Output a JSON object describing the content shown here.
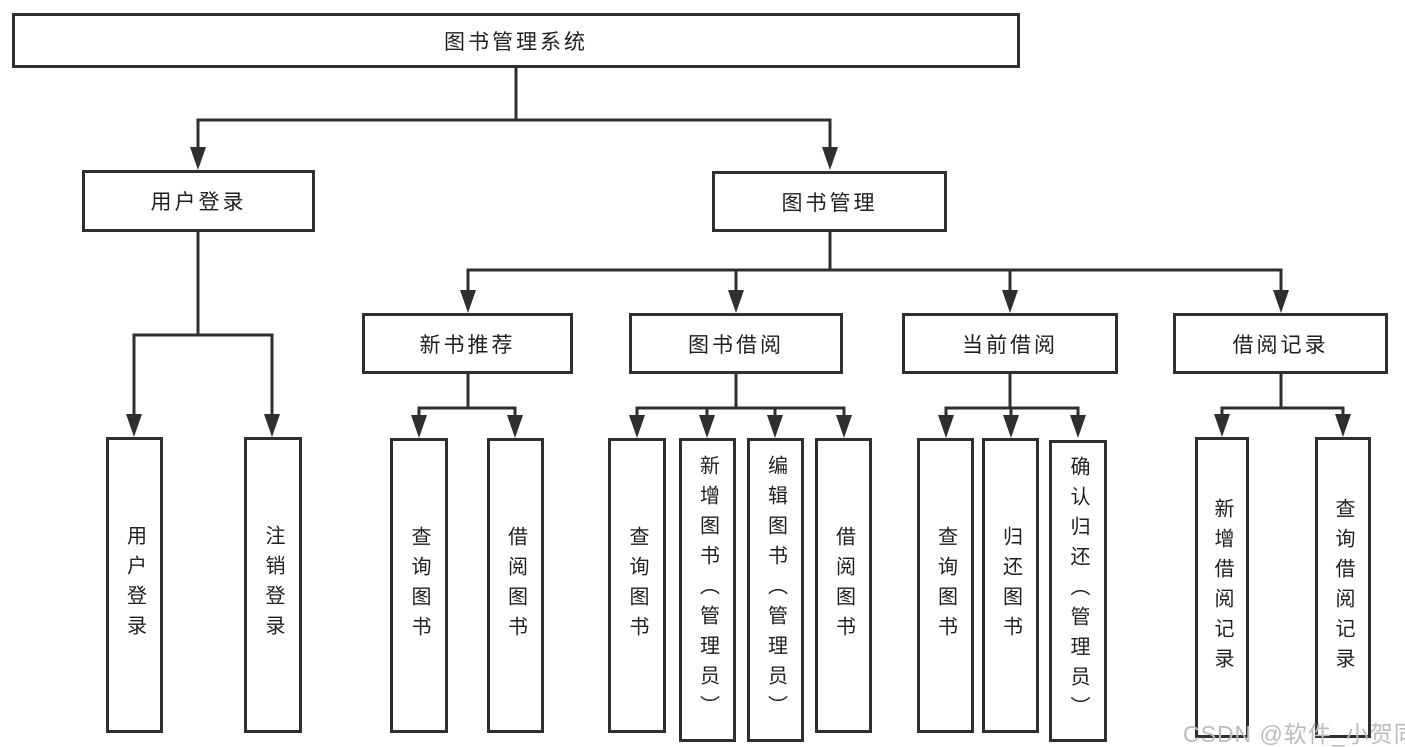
{
  "diagram": {
    "root": {
      "label": "图书管理系统",
      "children": [
        {
          "label": "用户登录",
          "children": [
            {
              "label": "用户登录"
            },
            {
              "label": "注销登录"
            }
          ]
        },
        {
          "label": "图书管理",
          "children": [
            {
              "label": "新书推荐",
              "children": [
                {
                  "label": "查询图书"
                },
                {
                  "label": "借阅图书"
                }
              ]
            },
            {
              "label": "图书借阅",
              "children": [
                {
                  "label": "查询图书"
                },
                {
                  "label": "新增图书（管理员）"
                },
                {
                  "label": "编辑图书（管理员）"
                },
                {
                  "label": "借阅图书"
                }
              ]
            },
            {
              "label": "当前借阅",
              "children": [
                {
                  "label": "查询图书"
                },
                {
                  "label": "归还图书"
                },
                {
                  "label": "确认归还（管理员）"
                }
              ]
            },
            {
              "label": "借阅记录",
              "children": [
                {
                  "label": "新增借阅记录"
                },
                {
                  "label": "查询借阅记录"
                }
              ]
            }
          ]
        }
      ]
    }
  },
  "watermark": {
    "text": "CSDN @软件_小贺同学"
  },
  "colors": {
    "line": "#2f2f2f",
    "box_border": "#2f2f2f",
    "text": "#1f1f1f",
    "background": "#ffffff",
    "watermark": "#bcbcbc"
  }
}
